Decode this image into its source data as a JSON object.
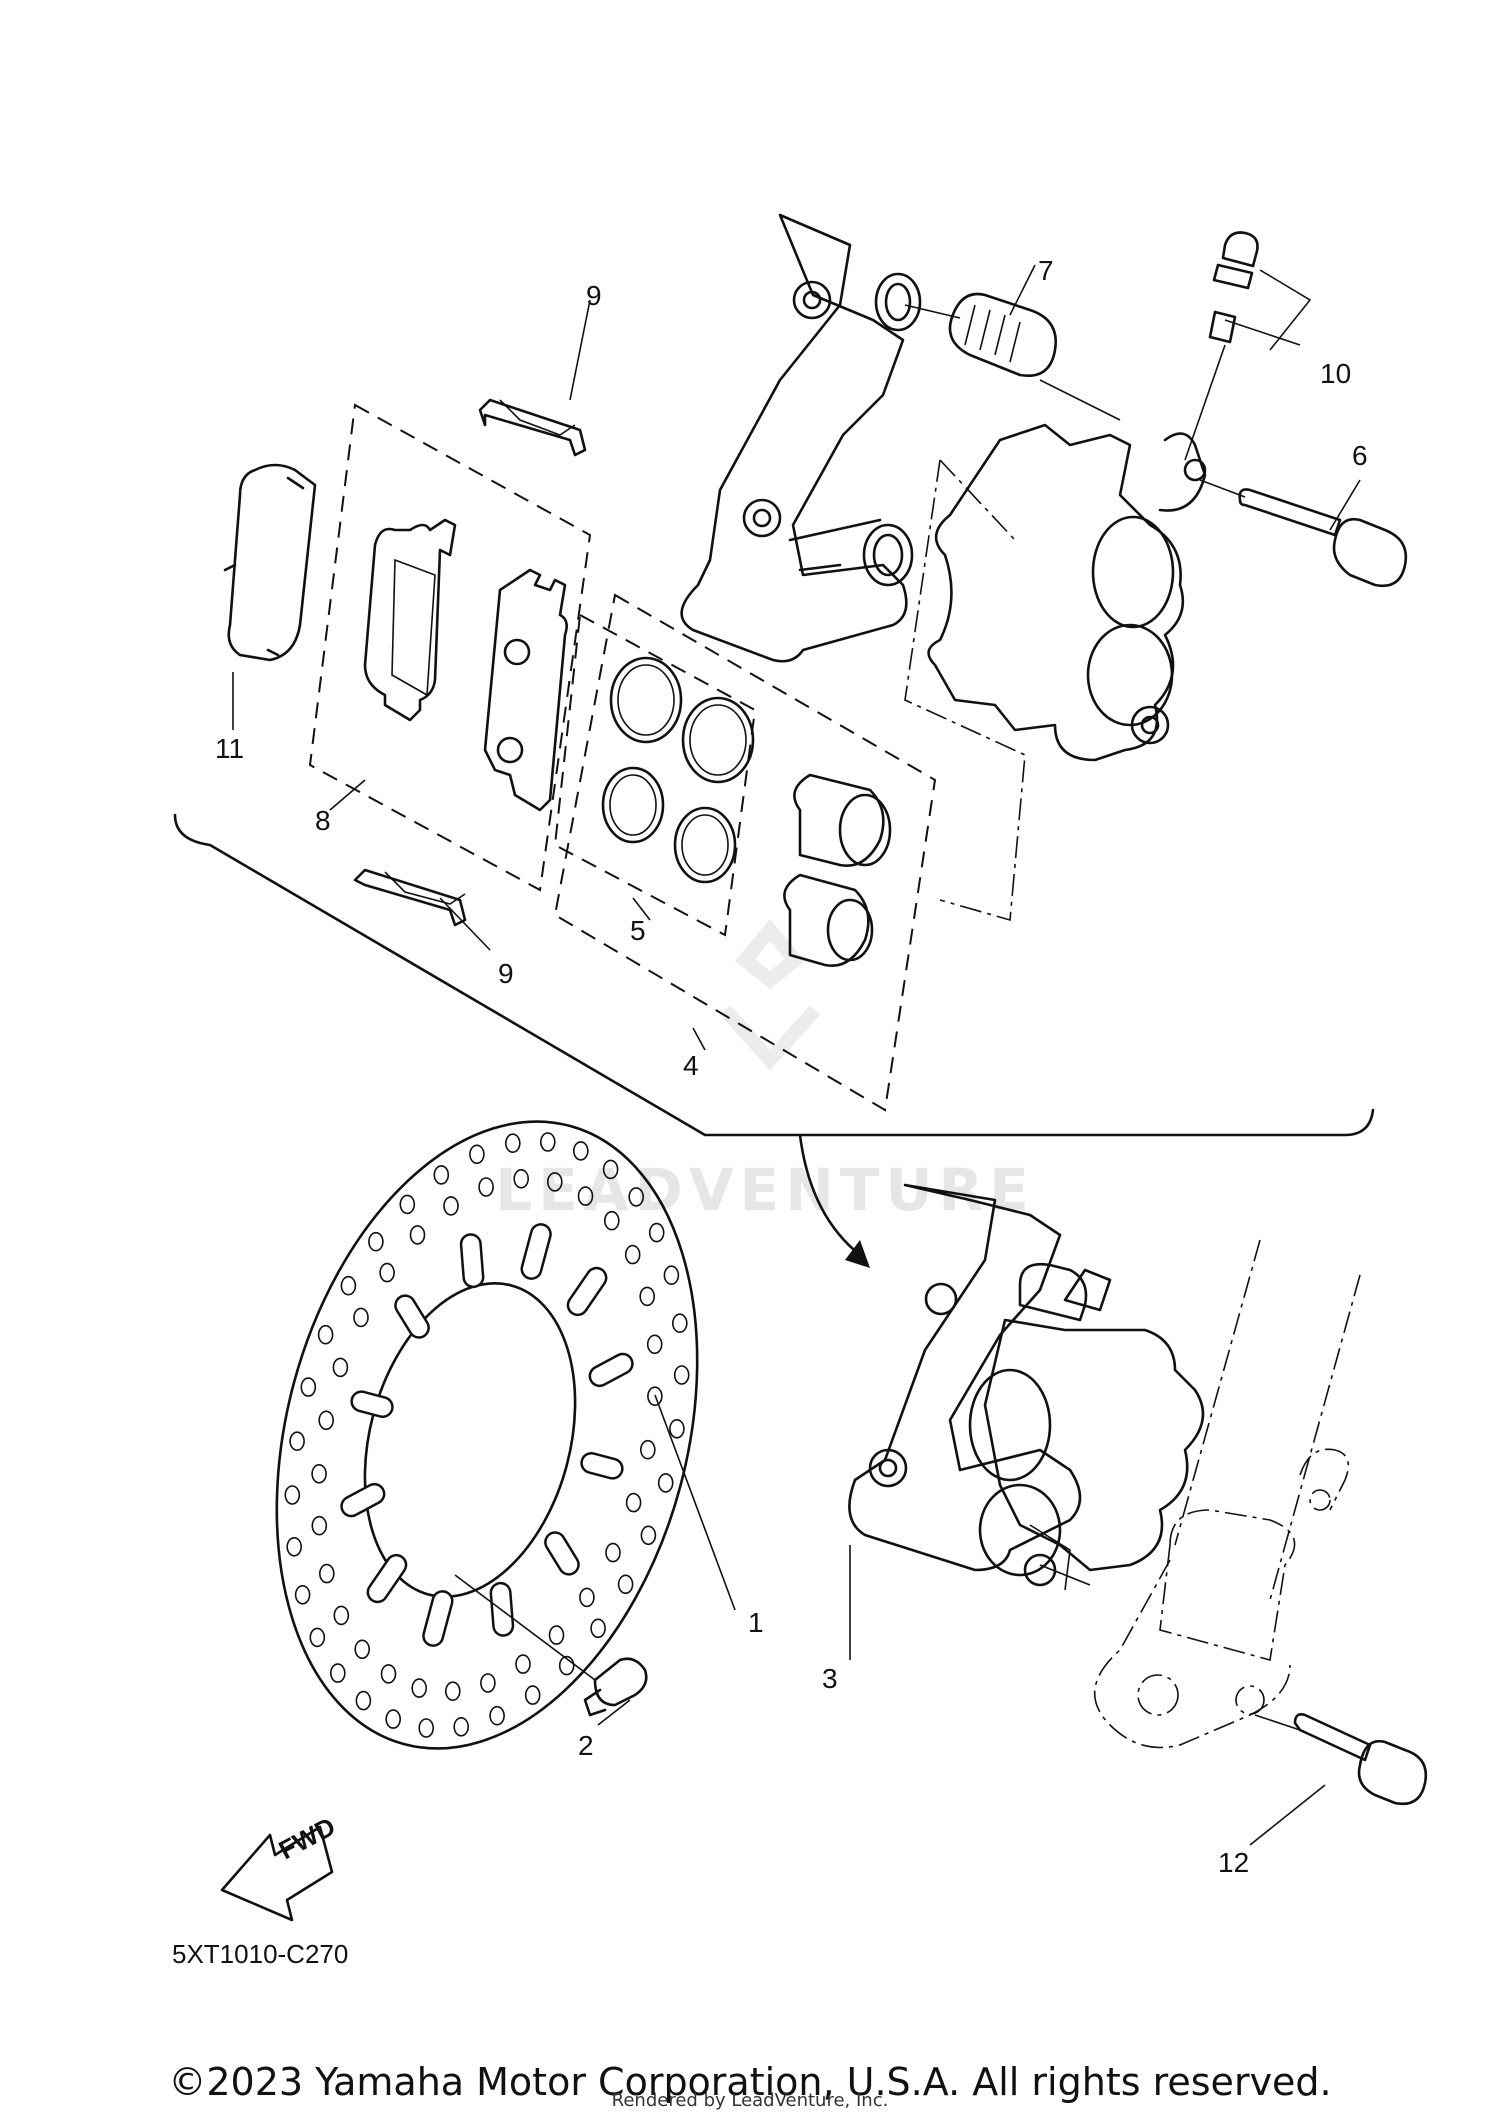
{
  "diagram": {
    "code": "5XT1010-C270",
    "fwd_label": "FWD",
    "watermark": "LEADVENTURE",
    "callouts": [
      "1",
      "2",
      "3",
      "4",
      "5",
      "6",
      "7",
      "8",
      "9",
      "9",
      "10",
      "11",
      "12"
    ]
  },
  "footer": {
    "copyright": "©2023 Yamaha Motor Corporation, U.S.A. All rights reserved.",
    "rendered_by": "Rendered by LeadVenture, Inc."
  }
}
